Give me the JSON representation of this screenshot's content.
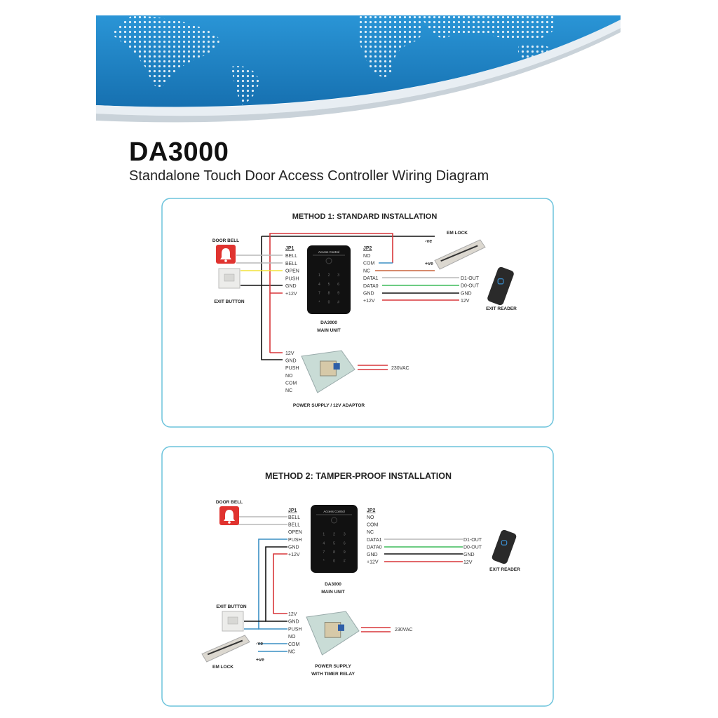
{
  "header": {
    "title": "DA3000",
    "subtitle": "Standalone Touch Door Access Controller Wiring Diagram"
  },
  "colors": {
    "banner_blue": "#1f86c8",
    "box_border": "#6cc3dc",
    "wire_red": "#d9373a",
    "wire_black": "#111111",
    "wire_gray": "#b8b8b8",
    "wire_yellow": "#f2e23a",
    "wire_green": "#3dbb5a",
    "wire_blue": "#3a8fc4",
    "wire_orange": "#c8643c"
  },
  "keypad": {
    "brand": "Access Control",
    "keys": [
      "1",
      "2",
      "3",
      "4",
      "5",
      "6",
      "7",
      "8",
      "9",
      "*",
      "0",
      "#"
    ]
  },
  "method1": {
    "title": "METHOD 1: STANDARD INSTALLATION",
    "door_bell": "DOOR BELL",
    "exit_button": "EXIT BUTTON",
    "em_lock": "EM LOCK",
    "neg": "-ve",
    "pos": "+ve",
    "exit_reader": "EXIT READER",
    "main_unit": [
      "DA3000",
      "MAIN UNIT"
    ],
    "jp1": {
      "label": "JP1",
      "pins": [
        "BELL",
        "BELL",
        "OPEN",
        "PUSH",
        "GND",
        "+12V"
      ]
    },
    "jp2": {
      "label": "JP2",
      "pins": [
        "NO",
        "COM",
        "NC",
        "DATA1",
        "DATA0",
        "GND",
        "+12V"
      ]
    },
    "reader_pins": [
      "D1-OUT",
      "D0-OUT",
      "GND",
      "12V"
    ],
    "power_supply": {
      "pins": [
        "12V",
        "GND",
        "PUSH",
        "NO",
        "COM",
        "NC"
      ],
      "label": [
        "POWER SUPPLY / 12V ADAPTOR"
      ],
      "mains": "230VAC"
    }
  },
  "method2": {
    "title": "METHOD 2: TAMPER-PROOF INSTALLATION",
    "door_bell": "DOOR BELL",
    "exit_button": "EXIT BUTTON",
    "em_lock": "EM LOCK",
    "neg": "-ve",
    "pos": "+ve",
    "exit_reader": "EXIT READER",
    "main_unit": [
      "DA3000",
      "MAIN UNIT"
    ],
    "jp1": {
      "label": "JP1",
      "pins": [
        "BELL",
        "BELL",
        "OPEN",
        "PUSH",
        "GND",
        "+12V"
      ]
    },
    "jp2": {
      "label": "JP2",
      "pins": [
        "NO",
        "COM",
        "NC",
        "DATA1",
        "DATA0",
        "GND",
        "+12V"
      ]
    },
    "reader_pins": [
      "D1-OUT",
      "D0-OUT",
      "GND",
      "12V"
    ],
    "power_supply": {
      "pins": [
        "12V",
        "GND",
        "PUSH",
        "NO",
        "COM",
        "NC"
      ],
      "label": [
        "POWER SUPPLY",
        "WITH TIMER RELAY"
      ],
      "mains": "230VAC"
    }
  }
}
